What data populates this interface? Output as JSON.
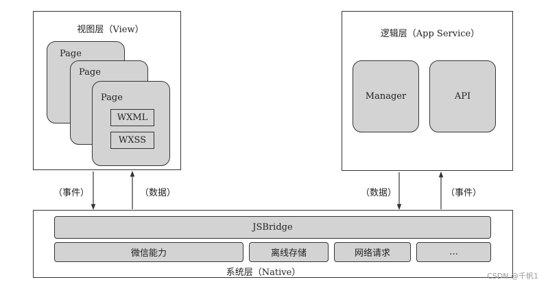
{
  "view_layer": {
    "title": "视图层（View）",
    "pages": [
      "Page",
      "Page",
      "Page"
    ],
    "components": [
      "WXML",
      "WXSS"
    ]
  },
  "logic_layer": {
    "title": "逻辑层（App Service）",
    "modules": [
      "Manager",
      "API"
    ]
  },
  "arrows": {
    "view_event": "（事件）",
    "view_data": "（数据）",
    "logic_data": "（数据）",
    "logic_event": "（事件）"
  },
  "system_layer": {
    "title": "系统层（Native）",
    "bridge": "JSBridge",
    "capabilities": [
      "微信能力",
      "离线存储",
      "网络请求",
      "…"
    ]
  },
  "watermark": "CSDN @千帆1",
  "colors": {
    "box_fill": "#d3d3d3",
    "stroke": "#333333"
  }
}
